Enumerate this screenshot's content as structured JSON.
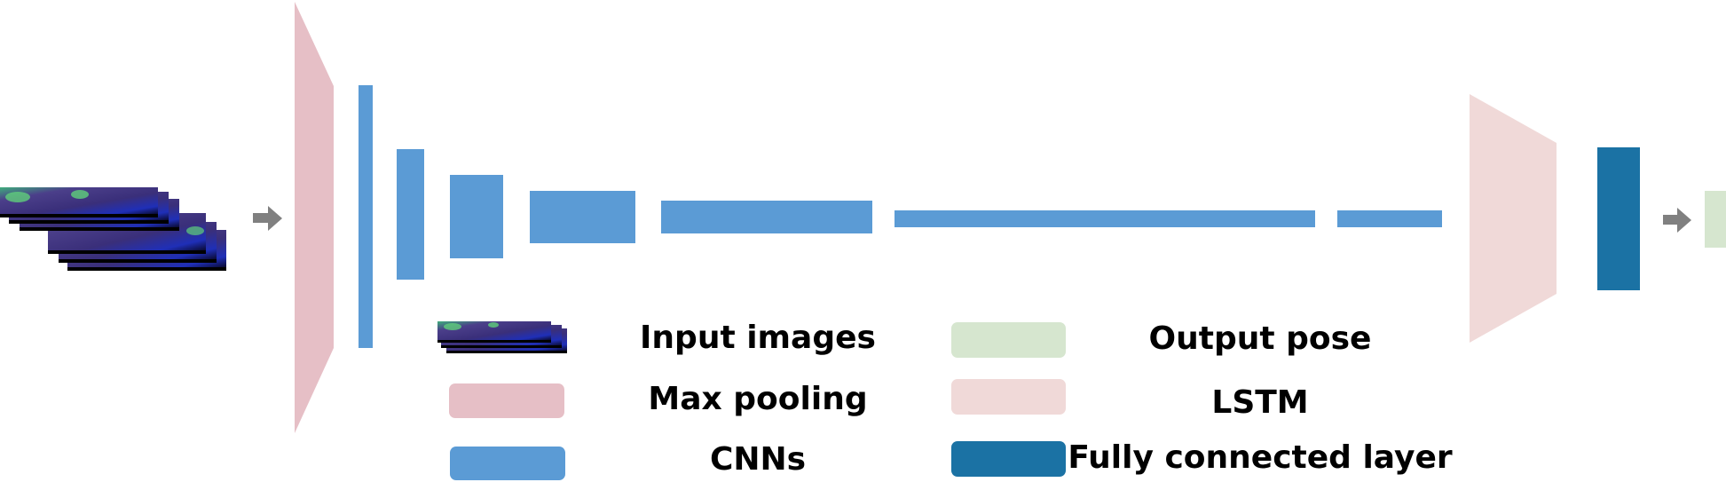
{
  "colors": {
    "input_image": "#3a2f7a",
    "max_pooling": "#e6bfc6",
    "cnn": "#5b9bd5",
    "lstm": "#f0d9d8",
    "fully_connected": "#1b72a4",
    "output_pose": "#d6e6cf",
    "arrow": "#808080"
  },
  "legend": {
    "input_images": "Input images",
    "max_pooling": "Max pooling",
    "cnns": "CNNs",
    "output_pose": "Output pose",
    "lstm": "LSTM",
    "fully_connected": "Fully connected layer"
  },
  "icons": {
    "arrow_in": "right-arrow-icon",
    "arrow_out": "right-arrow-icon"
  }
}
